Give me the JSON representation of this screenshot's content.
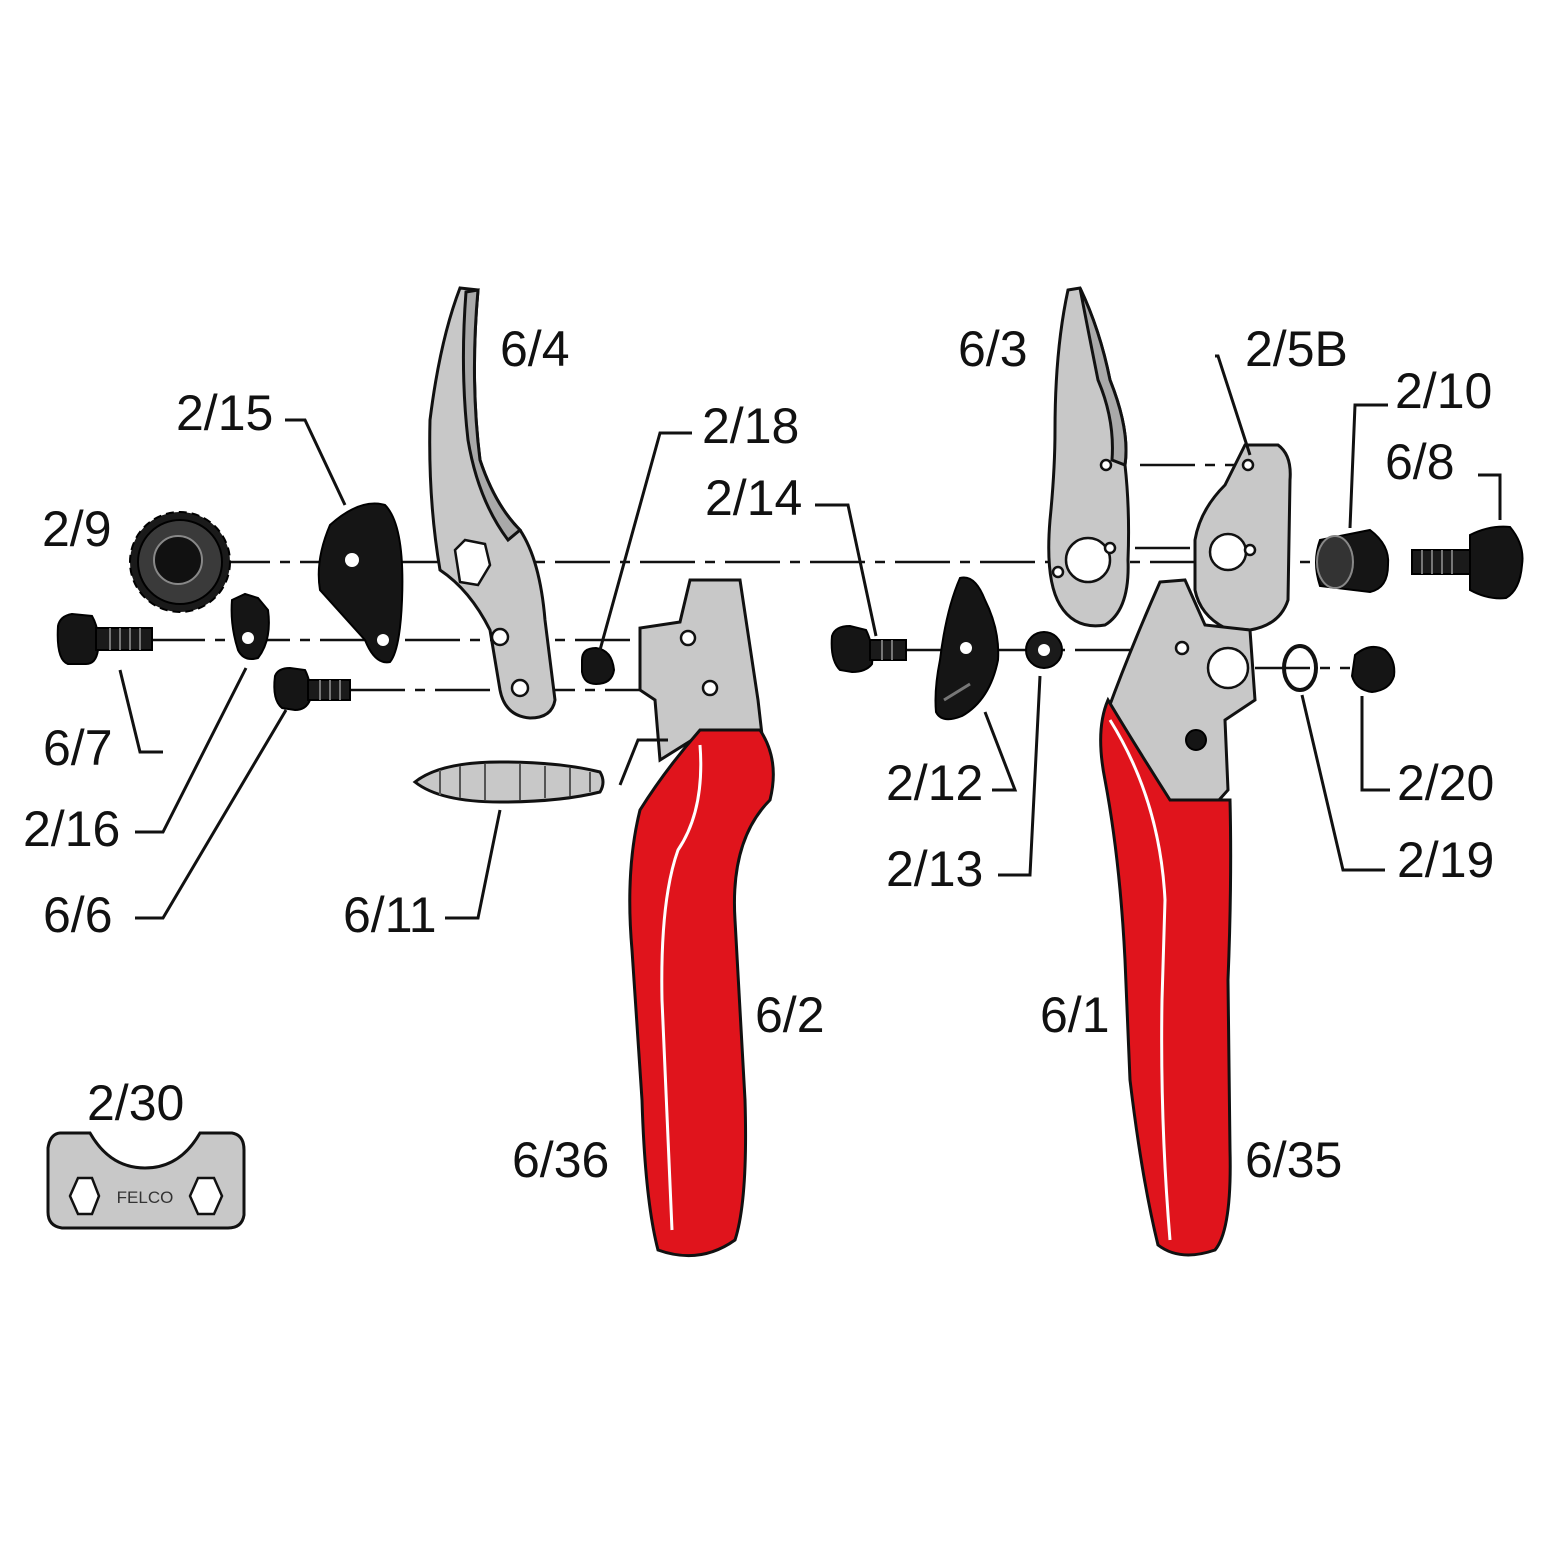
{
  "labels": {
    "p6_4": "6/4",
    "p2_15": "2/15",
    "p2_18": "2/18",
    "p2_9": "2/9",
    "p2_14": "2/14",
    "p6_7": "6/7",
    "p2_16": "2/16",
    "p6_6": "6/6",
    "p6_11": "6/11",
    "p6_2": "6/2",
    "p6_36": "6/36",
    "p2_30": "2/30",
    "p6_3": "6/3",
    "p2_5B": "2/5B",
    "p2_10": "2/10",
    "p6_8": "6/8",
    "p2_12": "2/12",
    "p2_13": "2/13",
    "p2_20": "2/20",
    "p2_19": "2/19",
    "p6_1": "6/1",
    "p6_35": "6/35"
  },
  "engraving": {
    "wrench_brand": "FELCO"
  },
  "colors": {
    "handle_red": "#e0141c",
    "steel": "#c8c8c8",
    "dark_part": "#151515",
    "line": "#111111"
  }
}
